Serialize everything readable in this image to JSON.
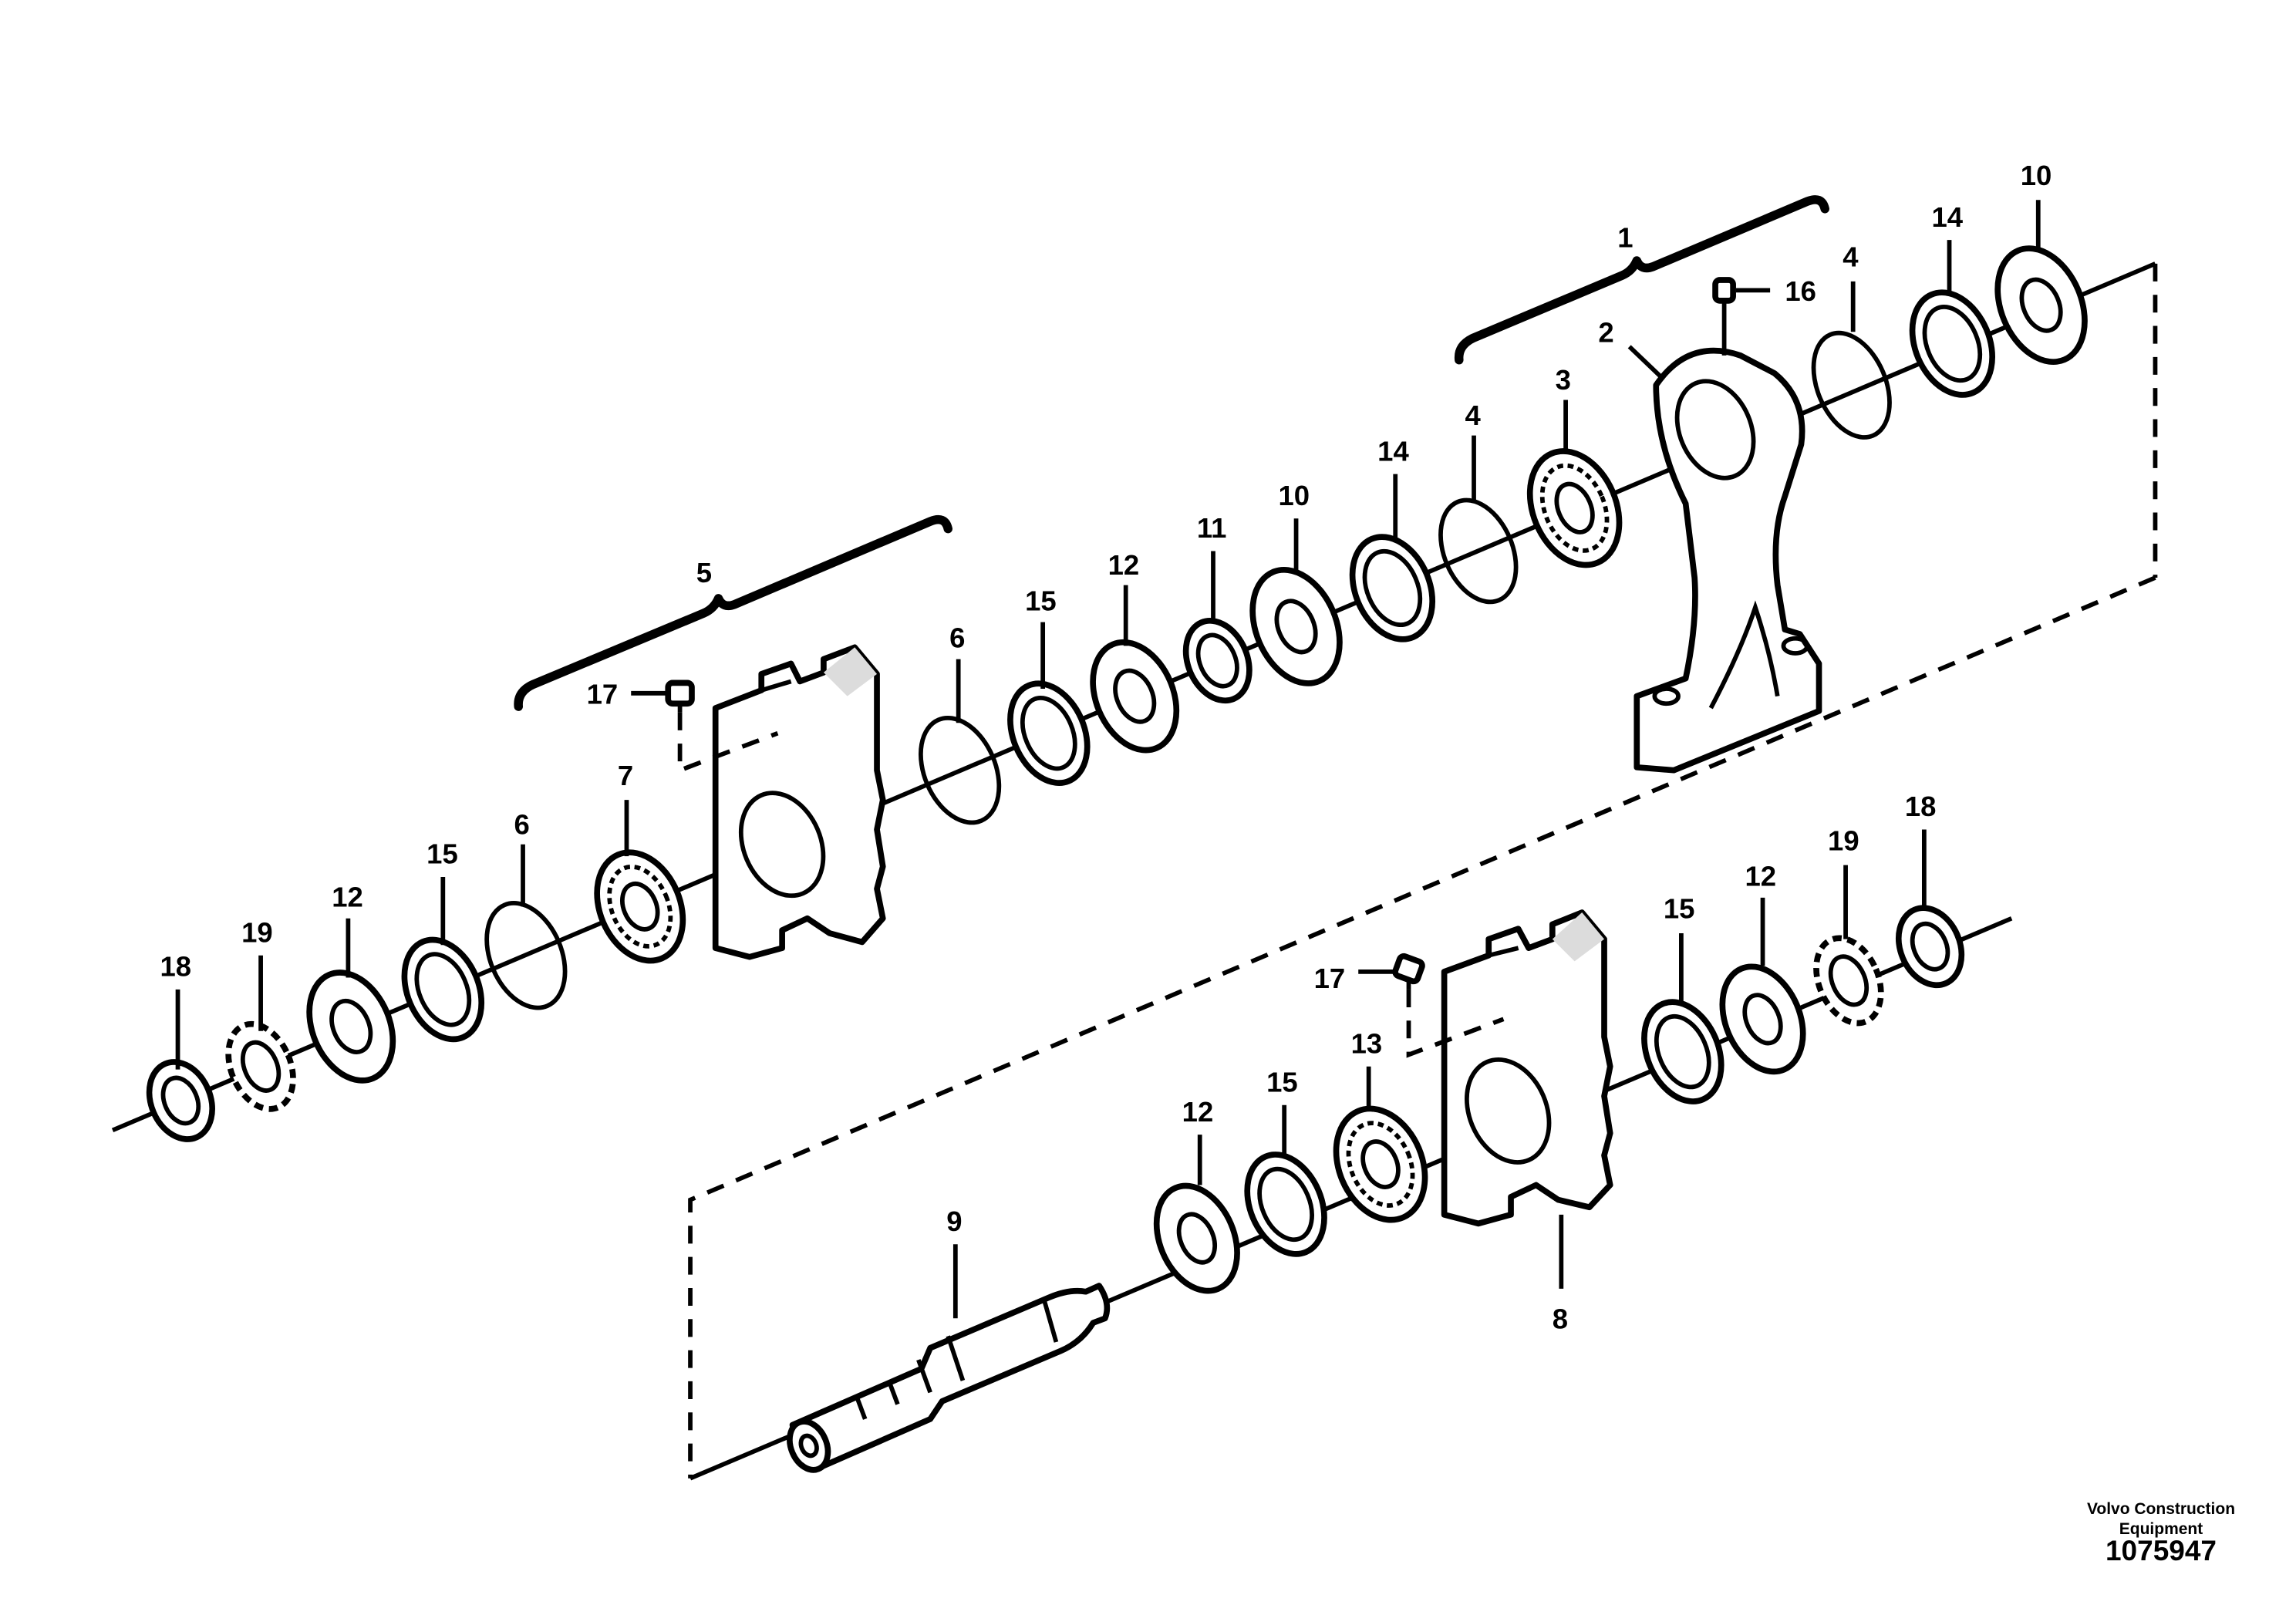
{
  "publisher": "Volvo Construction\nEquipment",
  "publisher_lines": [
    "Volvo Construction",
    "Equipment"
  ],
  "document_number": "1075947",
  "callouts": {
    "c1": "1",
    "c2": "2",
    "c3": "3",
    "c4a": "4",
    "c4b": "4",
    "c5": "5",
    "c6a": "6",
    "c6b": "6",
    "c7": "7",
    "c8": "8",
    "c9": "9",
    "c10a": "10",
    "c10b": "10",
    "c11": "11",
    "c12a": "12",
    "c12b": "12",
    "c12c": "12",
    "c12d": "12",
    "c13": "13",
    "c14a": "14",
    "c14b": "14",
    "c15a": "15",
    "c15b": "15",
    "c15c": "15",
    "c15d": "15",
    "c16": "16",
    "c17a": "17",
    "c17b": "17",
    "c18a": "18",
    "c18b": "18",
    "c19a": "19",
    "c19b": "19"
  }
}
